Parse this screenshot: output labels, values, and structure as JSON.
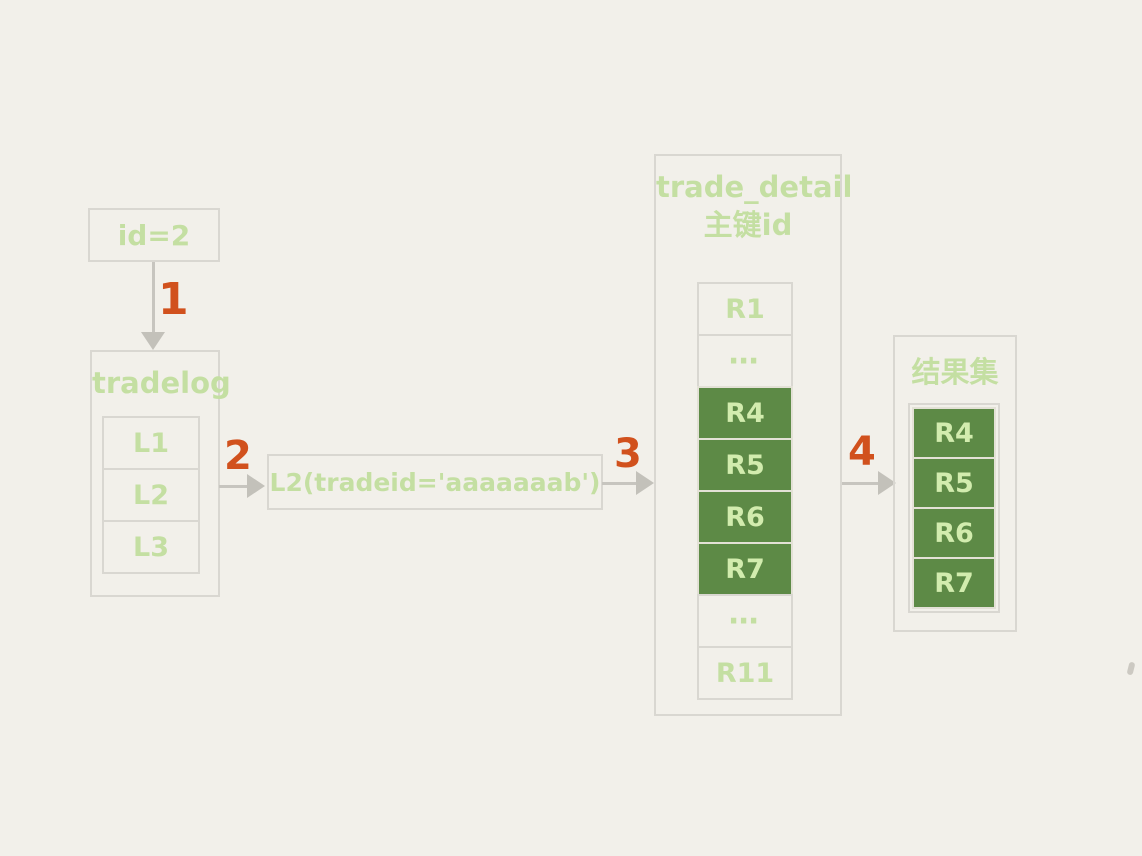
{
  "diagram": {
    "id_box_label": "id=2",
    "steps": [
      "1",
      "2",
      "3",
      "4"
    ],
    "tradelog": {
      "title": "tradelog",
      "rows": [
        {
          "label": "L1",
          "highlight": false
        },
        {
          "label": "L2",
          "highlight": false
        },
        {
          "label": "L3",
          "highlight": false
        }
      ]
    },
    "condition_label": "L2(tradeid='aaaaaaab')",
    "trade_detail": {
      "title_line1": "trade_detail",
      "title_line2": "主键id",
      "rows": [
        {
          "label": "R1",
          "highlight": false
        },
        {
          "label": "⋯",
          "highlight": false
        },
        {
          "label": "R4",
          "highlight": true
        },
        {
          "label": "R5",
          "highlight": true
        },
        {
          "label": "R6",
          "highlight": true
        },
        {
          "label": "R7",
          "highlight": true
        },
        {
          "label": "⋯",
          "highlight": false
        },
        {
          "label": "R11",
          "highlight": false
        }
      ]
    },
    "result_set": {
      "title": "结果集",
      "rows": [
        {
          "label": "R4",
          "highlight": true
        },
        {
          "label": "R5",
          "highlight": true
        },
        {
          "label": "R6",
          "highlight": true
        },
        {
          "label": "R7",
          "highlight": true
        }
      ]
    },
    "colors": {
      "background": "#f2f0ea",
      "box_border": "#d9d7d1",
      "green_text": "#c4dfa2",
      "green_fill": "#5d8a46",
      "green_cell_text": "#d2ecae",
      "step_orange": "#d1511d",
      "connector_gray": "#c7c5bf"
    }
  }
}
